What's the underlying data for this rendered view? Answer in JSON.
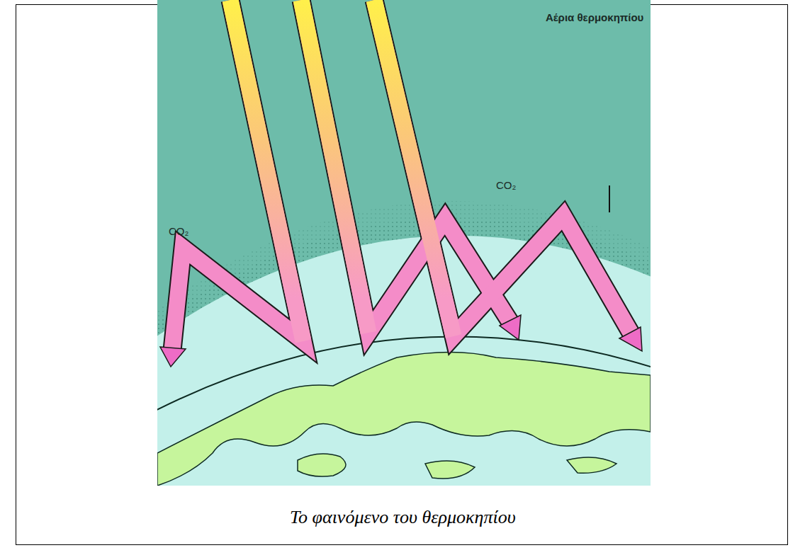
{
  "diagram": {
    "caption": "Το φαινόμενο του θερμοκηπίου",
    "labels": [
      "Αέρια θερμοκηπίου",
      "CO₂",
      "CO₂"
    ]
  }
}
